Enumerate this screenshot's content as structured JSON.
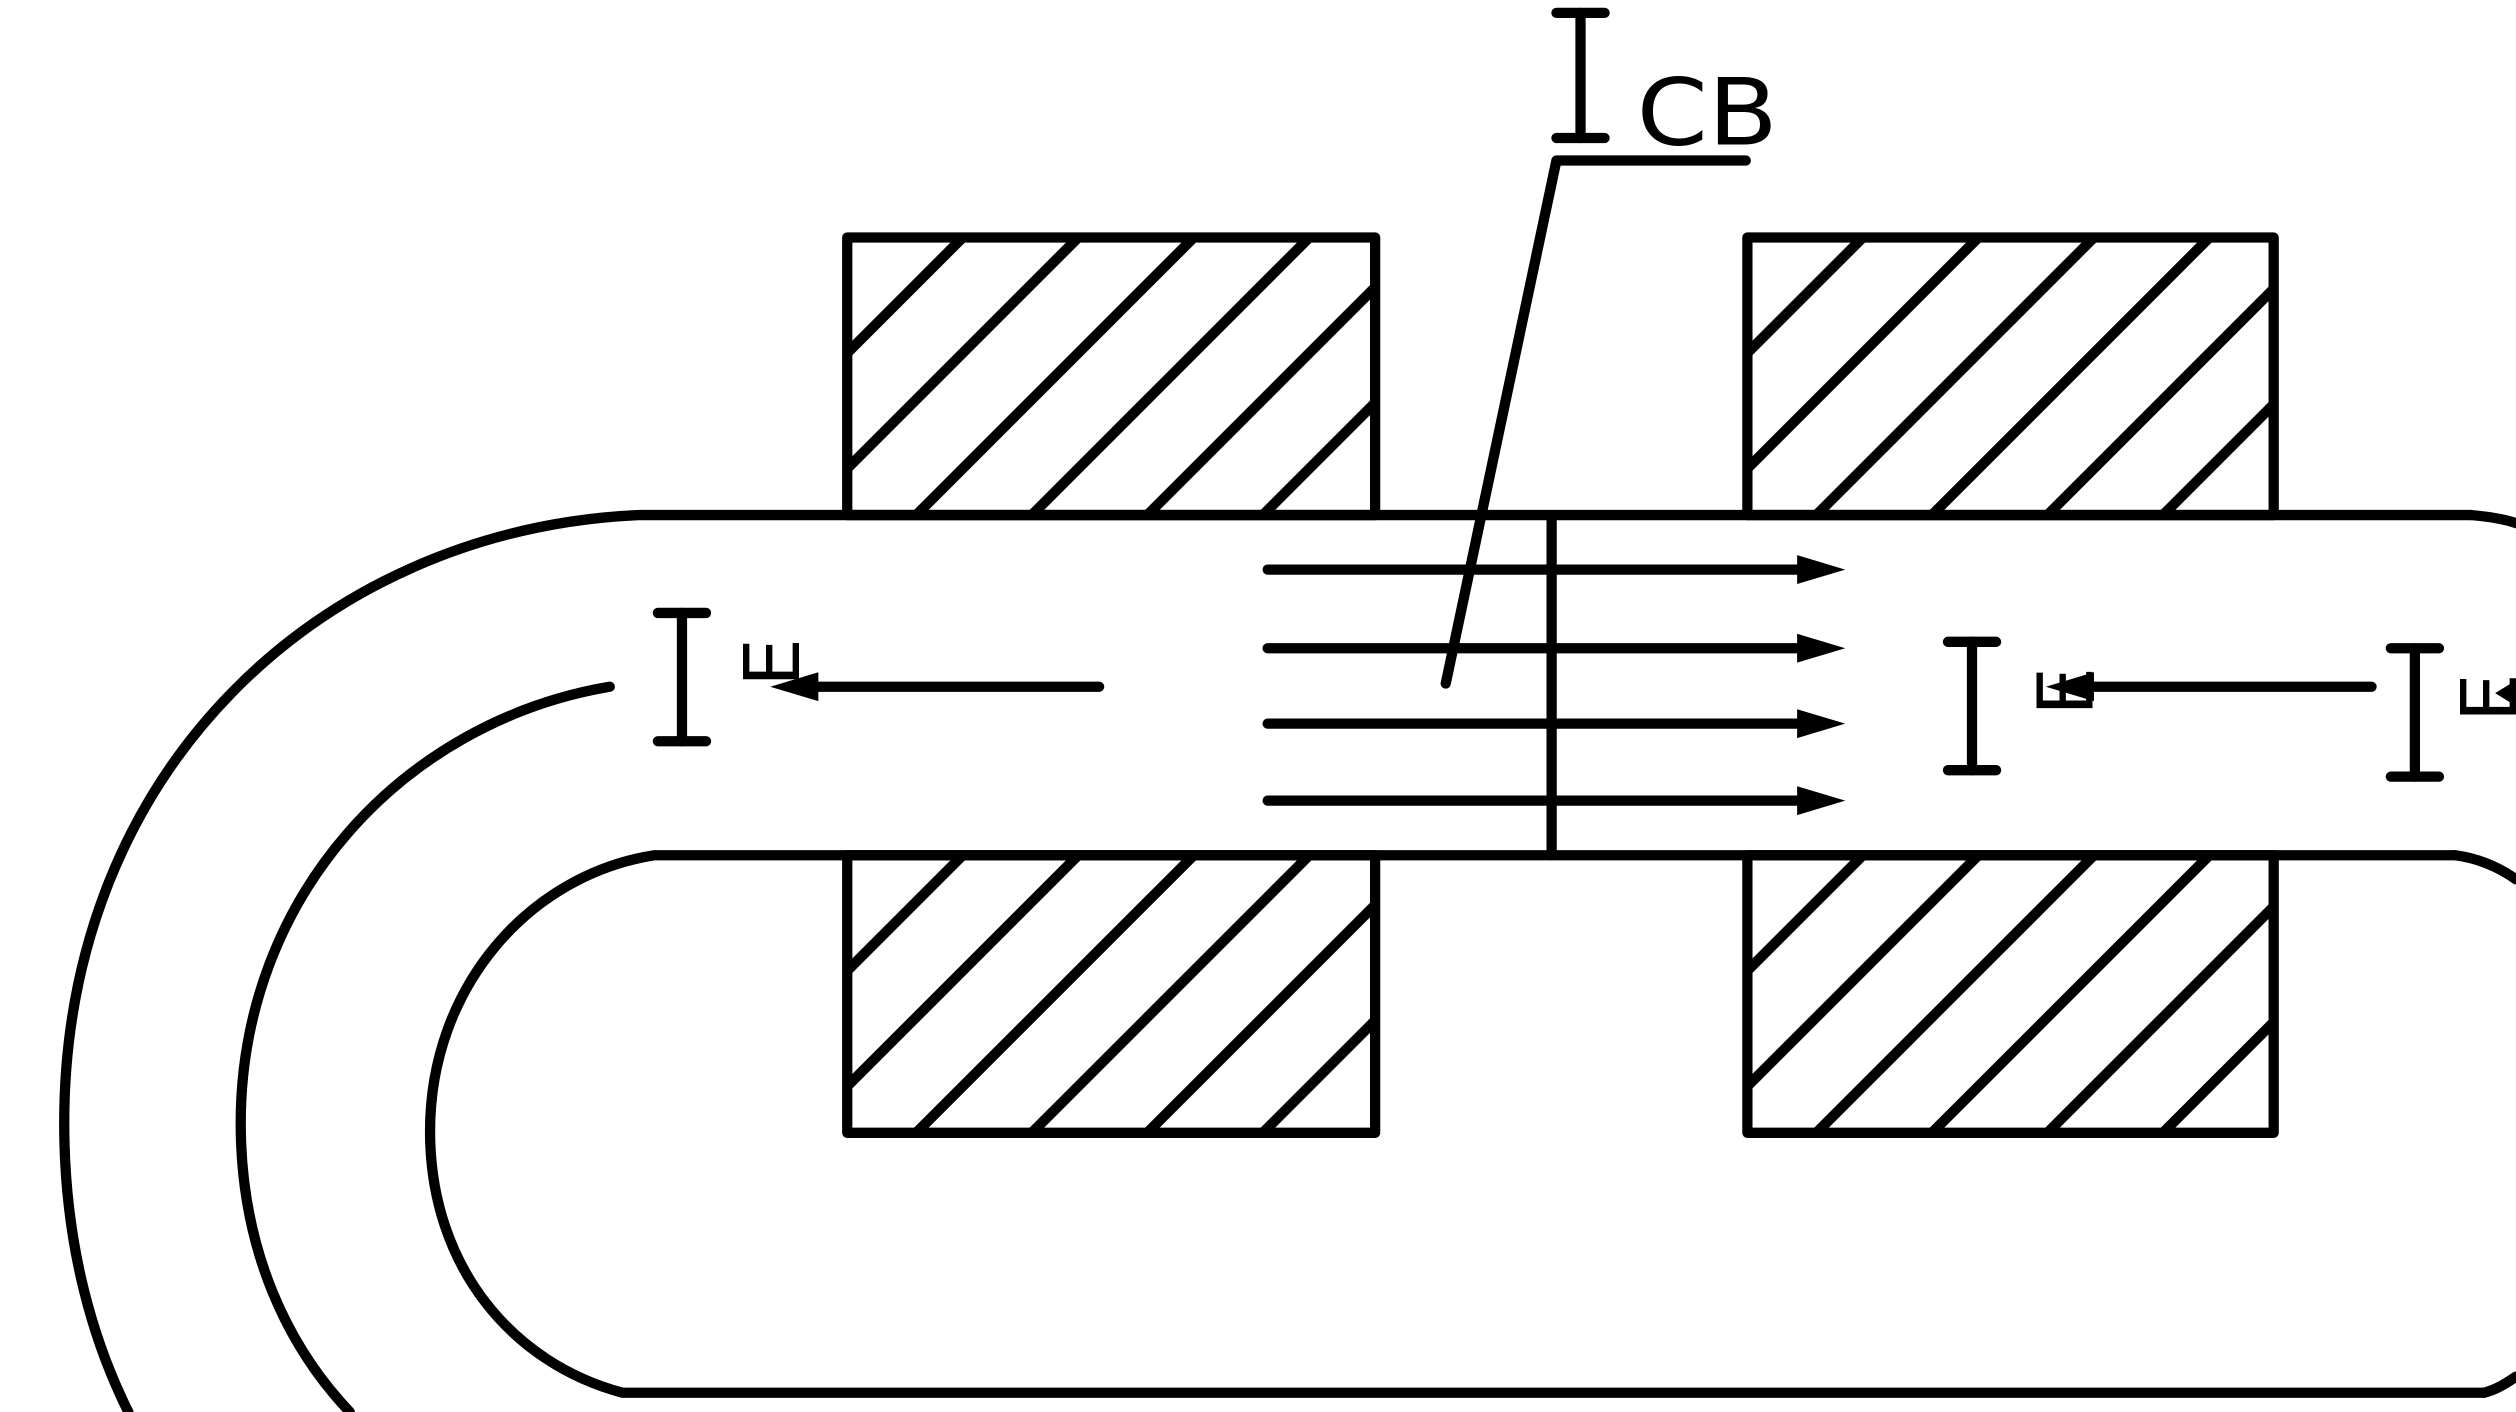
{
  "labels": {
    "main_symbol": "I",
    "cb_subscript": "CB",
    "e_subscript": "E"
  },
  "colors": {
    "line": "#000000",
    "background": "#ffffff"
  }
}
